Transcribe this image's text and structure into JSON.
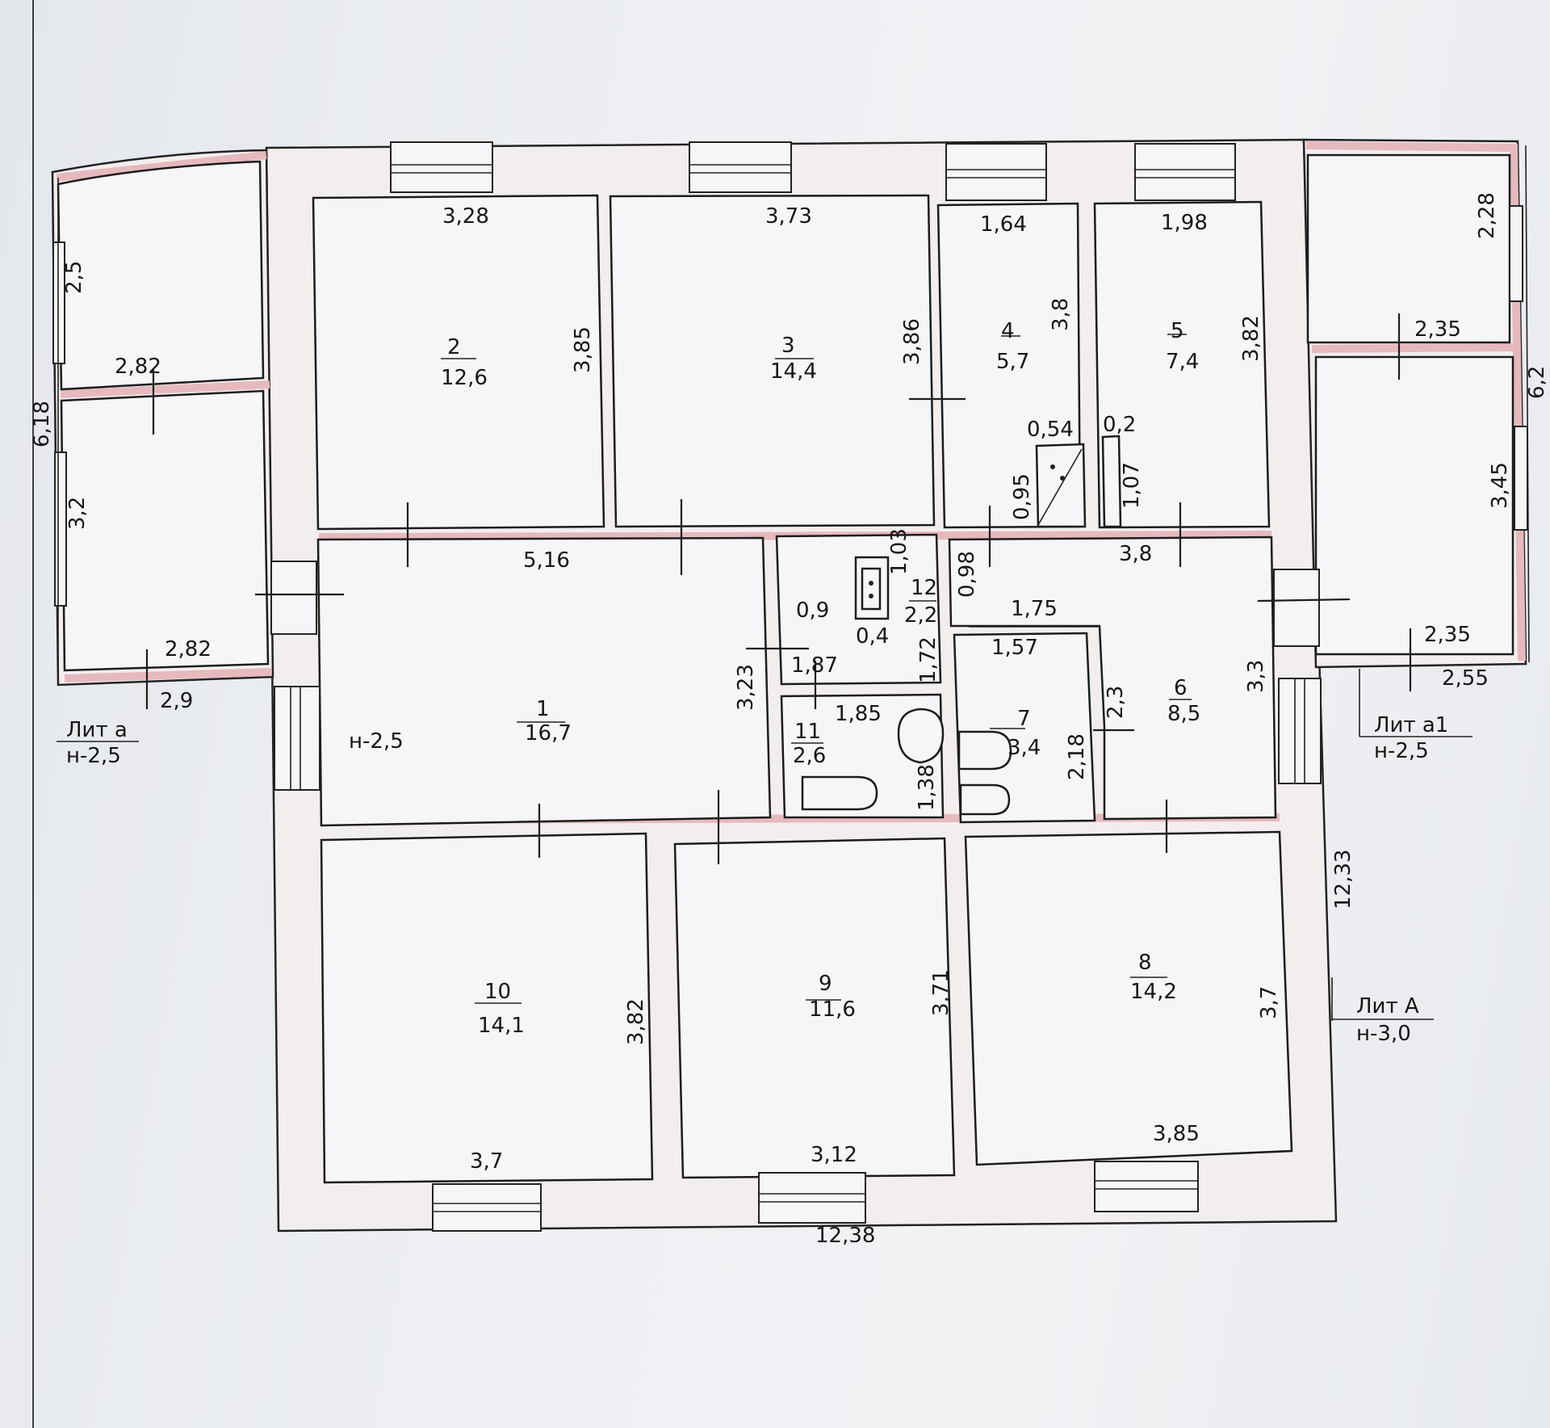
{
  "outer_dims": {
    "left_total": "6,18",
    "right_total": "6,2",
    "bottom_total": "12,38",
    "right_main": "12,33"
  },
  "rooms": [
    {
      "id": "1",
      "area": "16,7",
      "height": "н-2,5",
      "width": "5,16",
      "depth": "3,23"
    },
    {
      "id": "2",
      "area": "12,6",
      "width": "3,28",
      "depth": "3,85"
    },
    {
      "id": "3",
      "area": "14,4",
      "width": "3,73",
      "depth": "3,86"
    },
    {
      "id": "4",
      "area": "5,7",
      "width": "1,64",
      "depth": "3,8"
    },
    {
      "id": "5",
      "area": "7,4",
      "width": "1,98",
      "depth": "3,82"
    },
    {
      "id": "6",
      "area": "8,5",
      "width": "3,8",
      "depth": "3,3"
    },
    {
      "id": "7",
      "area": "3,4",
      "width": "1,57",
      "depth": "2,18"
    },
    {
      "id": "8",
      "area": "14,2",
      "width": "3,85",
      "depth": "3,7"
    },
    {
      "id": "9",
      "area": "11,6",
      "width": "3,12",
      "depth": "3,71"
    },
    {
      "id": "10",
      "area": "14,1",
      "width": "3,7",
      "depth": "3,82"
    },
    {
      "id": "11",
      "area": "2,6",
      "width": "1,85",
      "depth": "1,38"
    },
    {
      "id": "12",
      "area": "2,2",
      "width": "1,87",
      "depth": "1,72"
    }
  ],
  "extra_dims": {
    "r4_niche_w": "0,54",
    "r4_niche_h": "0,95",
    "r5_niche_w": "0,2",
    "r5_niche_h": "1,07",
    "r12_top": "1,03",
    "r12_left": "0,9",
    "r12_sink": "0,4",
    "corridor_left": "0,98",
    "corridor_top": "1,75",
    "r6_left": "2,3"
  },
  "annex_left": {
    "top_room_depth": "2,5",
    "top_room_width": "2,82",
    "bottom_room_depth": "3,2",
    "bottom_room_width": "2,82",
    "outer_width": "2,9",
    "lit_label": "Лит а",
    "lit_height": "н-2,5"
  },
  "annex_right": {
    "top_room_depth": "2,28",
    "top_room_width": "2,35",
    "bottom_room_depth": "3,45",
    "bottom_room_width": "2,35",
    "outer_width": "2,55",
    "lit_label": "Лит а1",
    "lit_height": "н-2,5"
  },
  "main_house": {
    "lit_label": "Лит А",
    "lit_height": "н-3,0"
  },
  "colors": {
    "wall_fill": "#f3eeee",
    "wall_pink": "#e6b9bd",
    "line": "#1e1e1e",
    "paper": "#eef0f3"
  }
}
